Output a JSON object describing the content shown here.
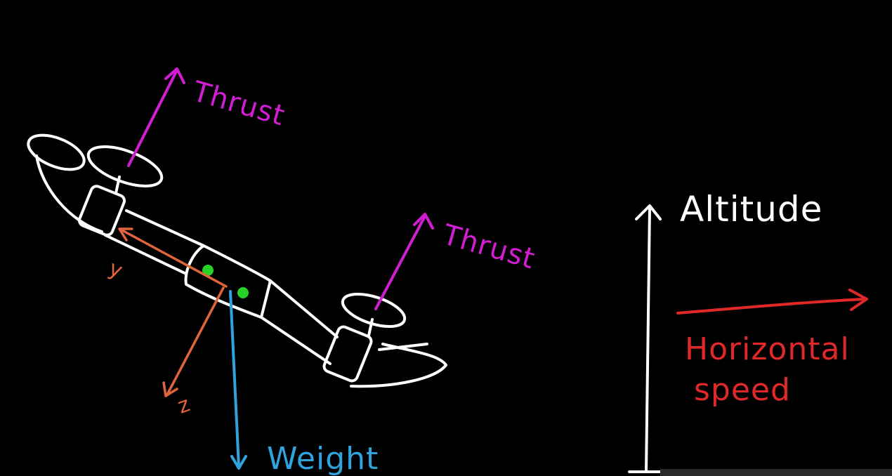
{
  "labels": {
    "thrust_left": "Thrust",
    "thrust_right": "Thrust",
    "axis_y": "y",
    "axis_z": "z",
    "weight": "Weight",
    "altitude": "Altitude",
    "horizontal_line1": "Horizontal",
    "horizontal_line2": "speed"
  },
  "colors": {
    "background": "#000000",
    "outline": "#ffffff",
    "thrust": "#d21ed2",
    "body_axes": "#e0643c",
    "weight": "#2fa3dc",
    "horizontal_speed": "#e02828",
    "center_of_mass": "#27d327"
  }
}
